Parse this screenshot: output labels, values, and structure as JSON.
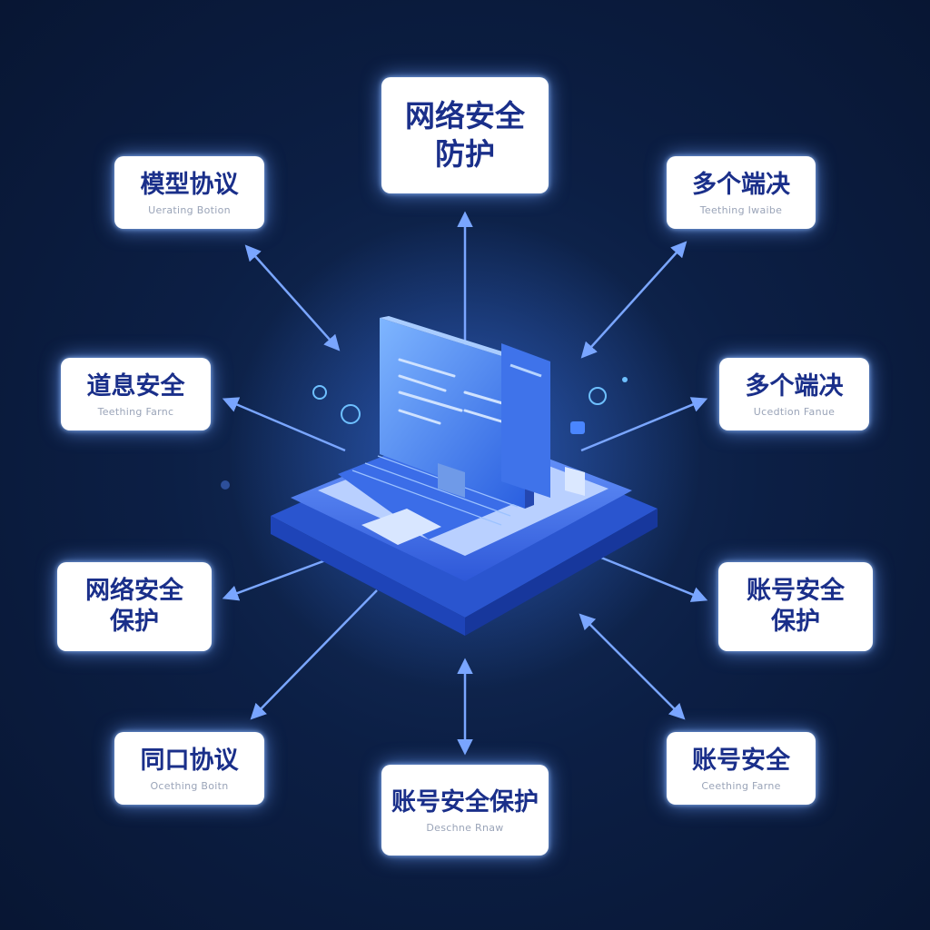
{
  "nodes": {
    "top": {
      "title": "网络安全\n防护"
    },
    "top_left": {
      "title": "模型协议",
      "subtitle": "Uerating Botion"
    },
    "top_right": {
      "title": "多个端决",
      "subtitle": "Teething Iwaibe"
    },
    "mid_left": {
      "title": "道息安全",
      "subtitle": "Teething Farnc"
    },
    "mid_right": {
      "title": "多个端决",
      "subtitle": "Ucedtion Fanue"
    },
    "lower_left": {
      "title": "网络安全\n保护"
    },
    "lower_right": {
      "title": "账号安全\n保护"
    },
    "bottom_left": {
      "title": "同口协议",
      "subtitle": "Ocething Boitn"
    },
    "bottom_right": {
      "title": "账号安全",
      "subtitle": "Ceething Farne"
    },
    "bottom": {
      "title": "账号安全保护",
      "subtitle": "Deschne Rnaw"
    }
  },
  "colors": {
    "background": "#0c1f45",
    "card": "#ffffff",
    "card_text": "#1a2f8a",
    "arrow": "#6e9dff",
    "device": "#3d74f0"
  },
  "center_icon": "laptop-with-monitor-icon"
}
